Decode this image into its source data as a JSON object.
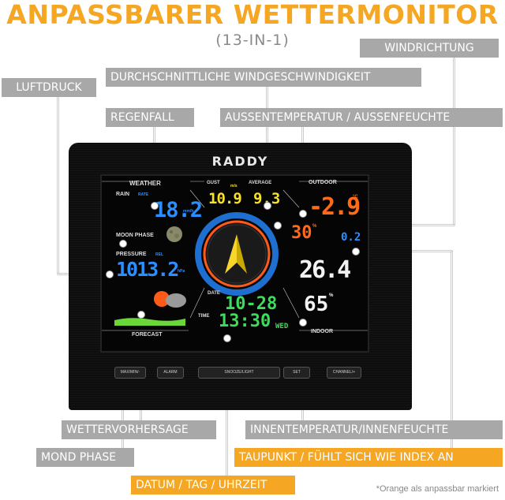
{
  "header": {
    "title": "ANPASSBARER WETTERMONITOR",
    "subtitle": "(13-IN-1)"
  },
  "callouts": {
    "windrichtung": "WINDRICHTUNG",
    "luftdruck": "LUFTDRUCK",
    "durchschnitt_wind": "DURCHSCHNITTLICHE WINDGESCHWINDIGKEIT",
    "regenfall": "REGENFALL",
    "aussentemp": "AUSSENTEMPERATUR / AUSSENFEUCHTE",
    "wettervorhersage": "WETTERVORHERSAGE",
    "innentemp": "INNENTEMPERATUR/INNENFEUCHTE",
    "mondphase": "MOND PHASE",
    "taupunkt": "TAUPUNKT / FÜHLT SICH WIE INDEX AN",
    "datum": "DATUM / TAG / UHRZEIT"
  },
  "note": "*Orange als anpassbar markiert",
  "device": {
    "brand": "RADDY",
    "labels": {
      "weather": "WEATHER",
      "rain": "RAIN",
      "rate": "RATE",
      "gust": "GUST",
      "ms": "m/s",
      "average": "AVERAGE",
      "outdoor": "OUTDOOR",
      "moon_phase": "MOON PHASE",
      "pressure": "PRESSURE",
      "rel": "REL",
      "hpa": "hPa",
      "forecast": "FORECAST",
      "date": "DATE",
      "time": "TIME",
      "indoor": "INDOOR",
      "mmh": "mm/h",
      "wed": "WED",
      "deg_c": "°C",
      "pct": "%"
    },
    "values": {
      "rain": "18.2",
      "gust": "10.9",
      "average": "9.3",
      "outdoor_temp": "-2.9",
      "outdoor_hum": "30",
      "dewpoint": "0.2",
      "pressure": "1013.2",
      "indoor_temp": "26.4",
      "indoor_hum": "65",
      "date": "10-28",
      "time": "13:30"
    },
    "buttons": [
      "MAX/MIN/-",
      "ALARM",
      "SNOOZE/LIGHT",
      "SET",
      "CHANNEL/+"
    ],
    "colors": {
      "blue": "#2b8fff",
      "yellow": "#f7e02a",
      "orange": "#ff6a1a",
      "green": "#3ddc5a",
      "white": "#f2f2f2"
    }
  }
}
